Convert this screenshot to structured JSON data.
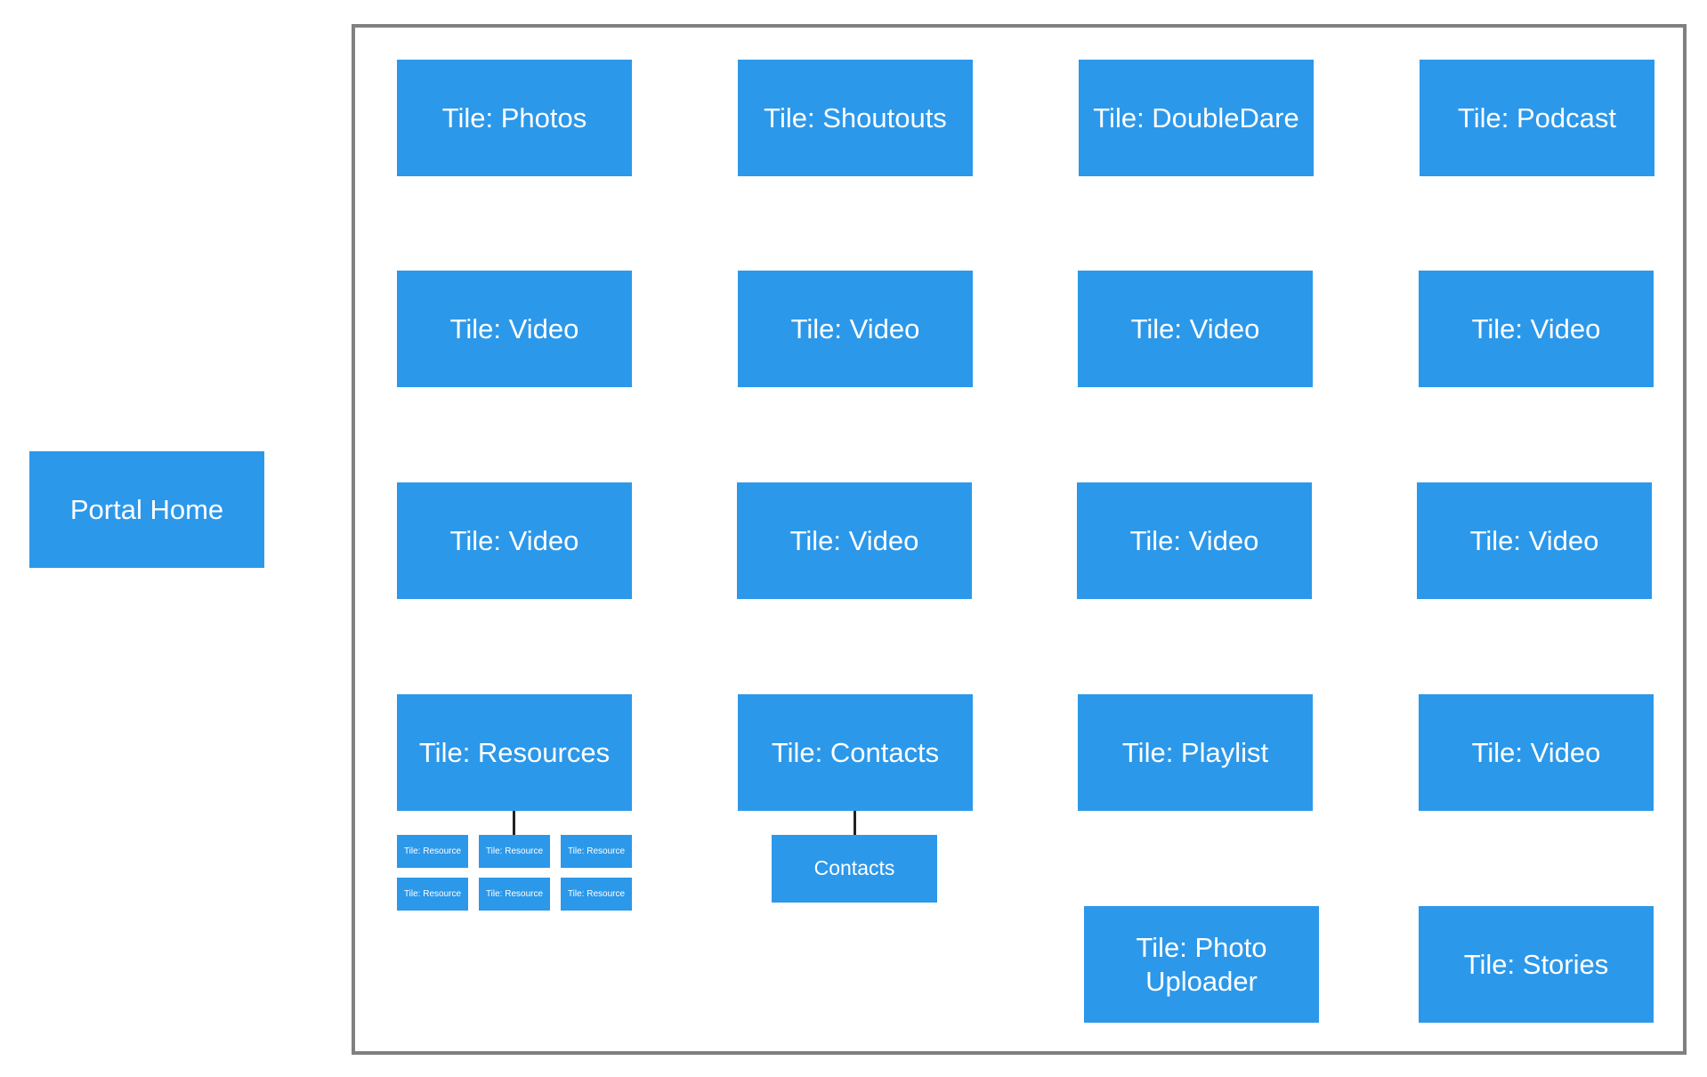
{
  "diagram": {
    "root": {
      "label": "Portal Home"
    },
    "tiles": [
      {
        "id": "photos",
        "label": "Tile: Photos"
      },
      {
        "id": "shoutouts",
        "label": "Tile: Shoutouts"
      },
      {
        "id": "doubledare",
        "label": "Tile: DoubleDare"
      },
      {
        "id": "podcast",
        "label": "Tile: Podcast"
      },
      {
        "id": "video-1",
        "label": "Tile: Video"
      },
      {
        "id": "video-2",
        "label": "Tile: Video"
      },
      {
        "id": "video-3",
        "label": "Tile: Video"
      },
      {
        "id": "video-4",
        "label": "Tile: Video"
      },
      {
        "id": "video-5",
        "label": "Tile: Video"
      },
      {
        "id": "video-6",
        "label": "Tile: Video"
      },
      {
        "id": "video-7",
        "label": "Tile: Video"
      },
      {
        "id": "video-8",
        "label": "Tile: Video"
      },
      {
        "id": "resources",
        "label": "Tile: Resources"
      },
      {
        "id": "contacts",
        "label": "Tile: Contacts"
      },
      {
        "id": "playlist",
        "label": "Tile: Playlist"
      },
      {
        "id": "video-9",
        "label": "Tile: Video"
      },
      {
        "id": "photo-uploader",
        "label": "Tile: Photo\nUploader"
      },
      {
        "id": "stories",
        "label": "Tile: Stories"
      }
    ],
    "resource_children": [
      {
        "label": "Tile: Resource"
      },
      {
        "label": "Tile: Resource"
      },
      {
        "label": "Tile: Resource"
      },
      {
        "label": "Tile: Resource"
      },
      {
        "label": "Tile: Resource"
      },
      {
        "label": "Tile: Resource"
      }
    ],
    "contacts_child": {
      "label": "Contacts"
    },
    "colors": {
      "tile_fill": "#2c98ea",
      "tile_text": "#ffffff",
      "frame_border": "#808080",
      "connector": "#222222"
    }
  }
}
